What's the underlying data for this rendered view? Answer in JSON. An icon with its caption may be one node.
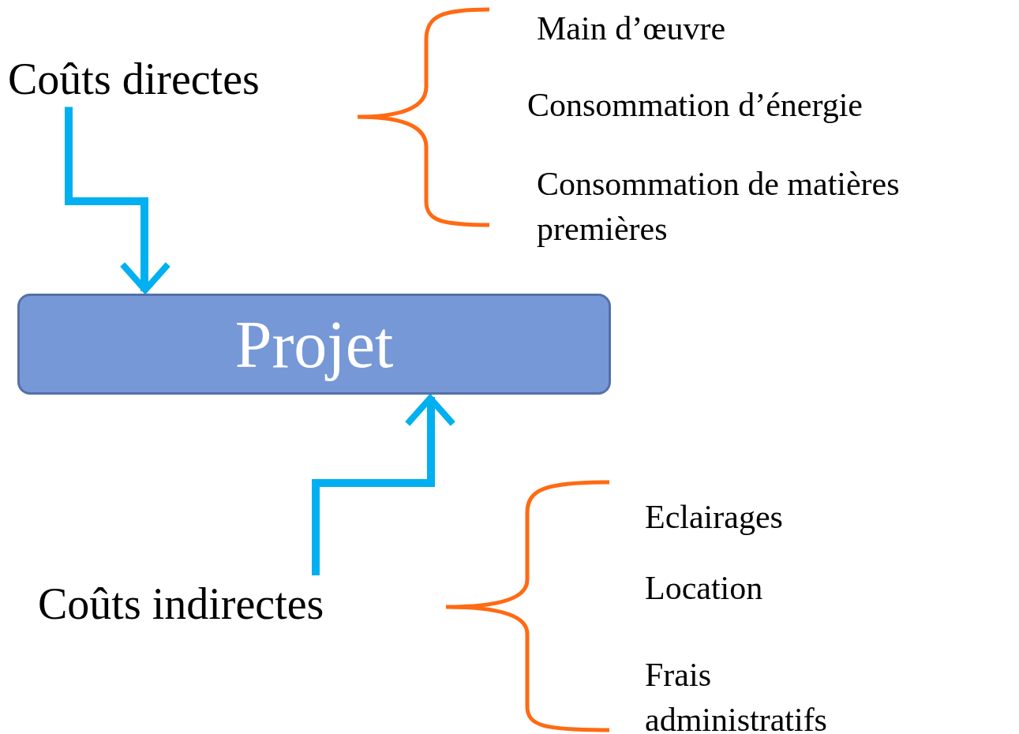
{
  "diagram": {
    "nodes": [
      {
        "text": [
          "Coûts directes"
        ]
      },
      {
        "text": [
          "Projet"
        ]
      },
      {
        "text": [
          "Coûts indirectes"
        ]
      }
    ],
    "edges": [
      {
        "from": 0,
        "to": 1,
        "arrow": "to"
      },
      {
        "from": 2,
        "to": 1,
        "arrow": "to"
      }
    ],
    "labels": [
      "Main d’œuvre",
      "Consommation d’énergie",
      "Consommation de matières premières",
      "Eclairages",
      "Location",
      "Frais administratifs"
    ]
  }
}
